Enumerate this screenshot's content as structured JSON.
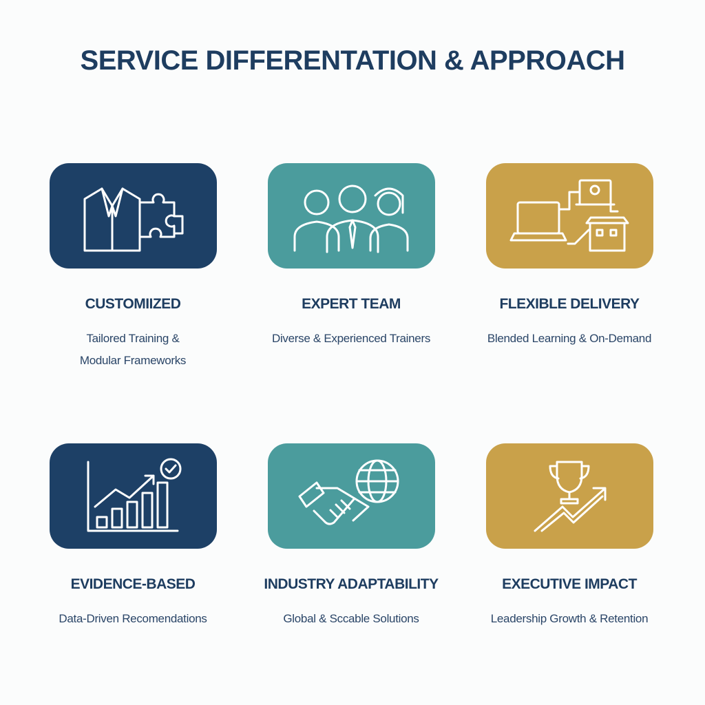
{
  "title": "SERVICE DIFFERENTATION & APPROACH",
  "colors": {
    "navy": "#1d4066",
    "teal": "#4b9c9d",
    "gold": "#c9a14a",
    "text": "#1e3d60"
  },
  "items": [
    {
      "heading": "CUSTOMIIZED",
      "lines": [
        "Tailored Training &",
        "Modular Frameworks"
      ],
      "icon": "suit-puzzle-icon",
      "color": "navy"
    },
    {
      "heading": "EXPERT TEAM",
      "lines": [
        "Diverse & Experienced Trainers"
      ],
      "icon": "team-people-icon",
      "color": "teal"
    },
    {
      "heading": "FLEXIBLE DELIVERY",
      "lines": [
        "Blended Learning & On-Demand"
      ],
      "icon": "laptop-network-icon",
      "color": "gold"
    },
    {
      "heading": "EVIDENCE-BASED",
      "lines": [
        "Data-Driven Recomendations"
      ],
      "icon": "bar-chart-check-icon",
      "color": "navy"
    },
    {
      "heading": "INDUSTRY ADAPTABILITY",
      "lines": [
        "Global & Sccable Solutions"
      ],
      "icon": "handshake-globe-icon",
      "color": "teal"
    },
    {
      "heading": "EXECUTIVE IMPACT",
      "lines": [
        "Leadership Growth & Retention"
      ],
      "icon": "trophy-arrow-icon",
      "color": "gold"
    }
  ]
}
